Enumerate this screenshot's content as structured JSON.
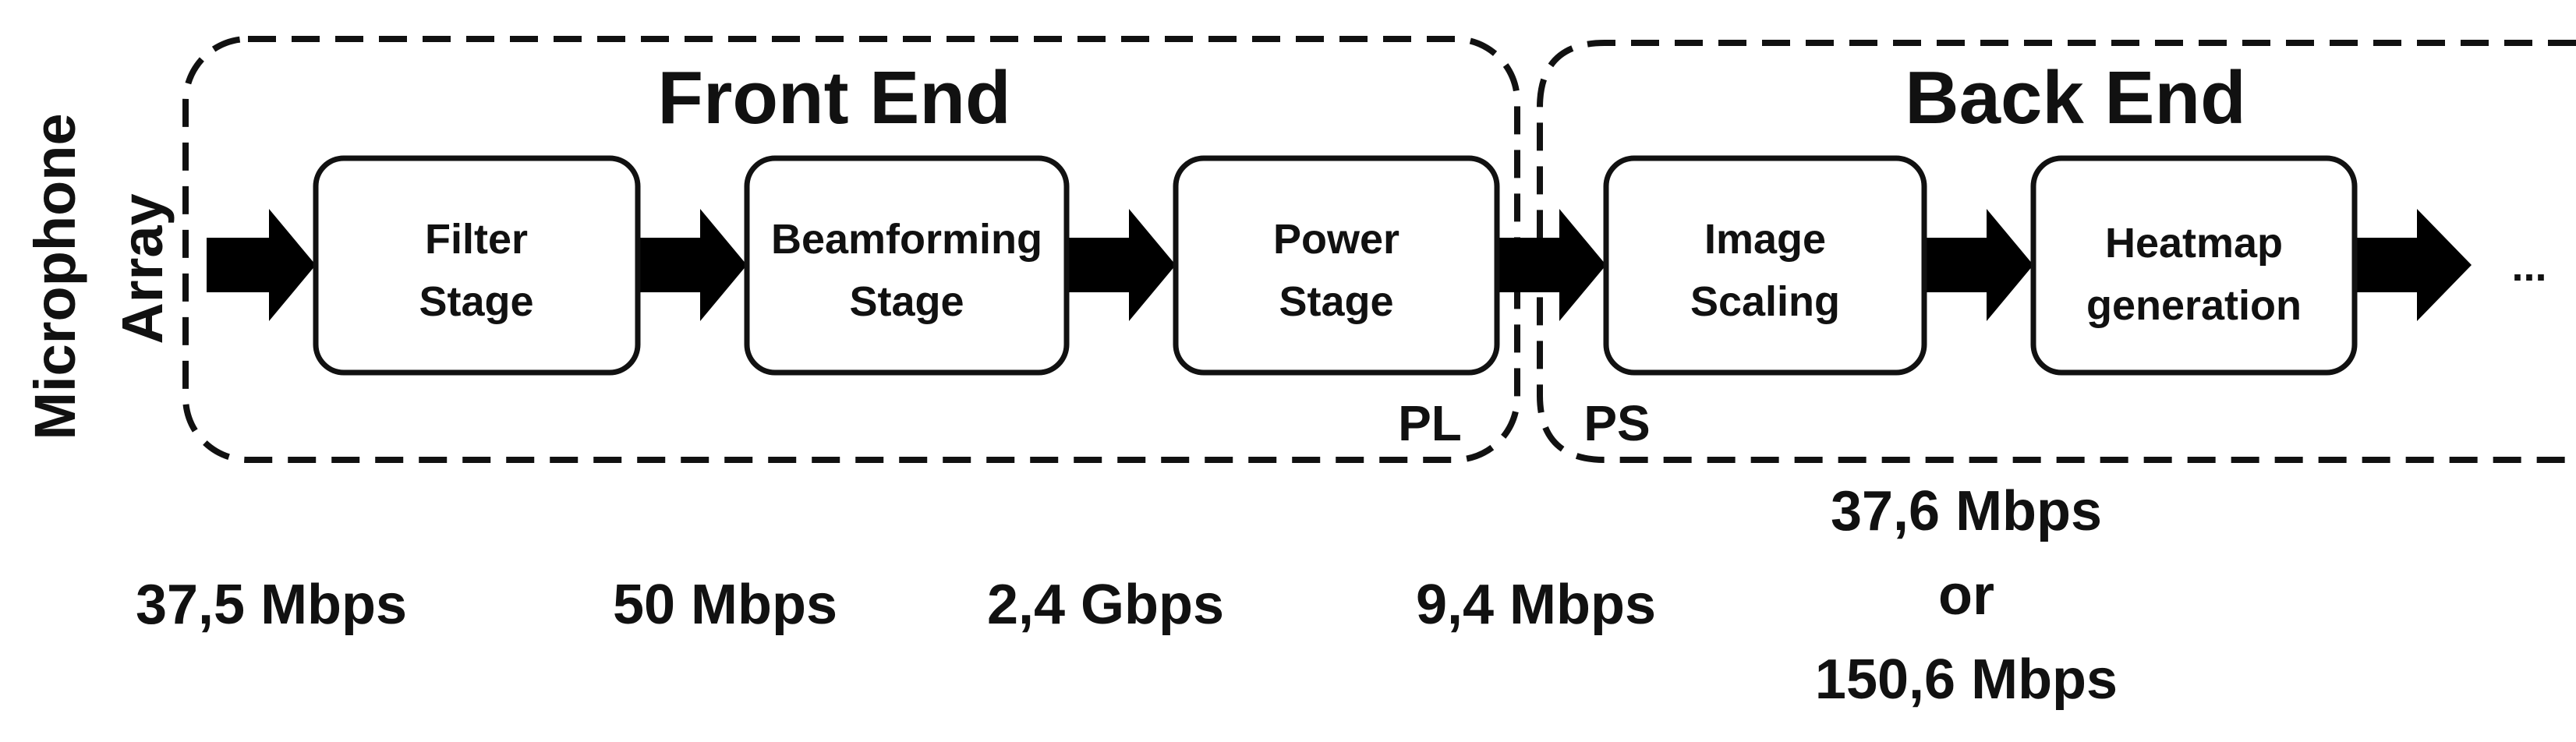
{
  "input": {
    "label_line1": "Microphone",
    "label_line2": "Array"
  },
  "front_end": {
    "title": "Front End",
    "region_label": "PL",
    "stages": [
      {
        "line1": "Filter",
        "line2": "Stage"
      },
      {
        "line1": "Beamforming",
        "line2": "Stage"
      },
      {
        "line1": "Power",
        "line2": "Stage"
      }
    ]
  },
  "back_end": {
    "title": "Back End",
    "region_label": "PS",
    "stages": [
      {
        "line1": "Image",
        "line2": "Scaling"
      },
      {
        "line1": "Heatmap",
        "line2": "generation"
      }
    ],
    "continuation": "..."
  },
  "data_rates": [
    "37,5 Mbps",
    "50 Mbps",
    "2,4 Gbps",
    "9,4 Mbps"
  ],
  "final_rate": {
    "line1": "37,6 Mbps",
    "line2": "or",
    "line3": "150,6 Mbps"
  },
  "colors": {
    "stroke": "#111111",
    "arrow": "#000000",
    "background": "#ffffff"
  }
}
